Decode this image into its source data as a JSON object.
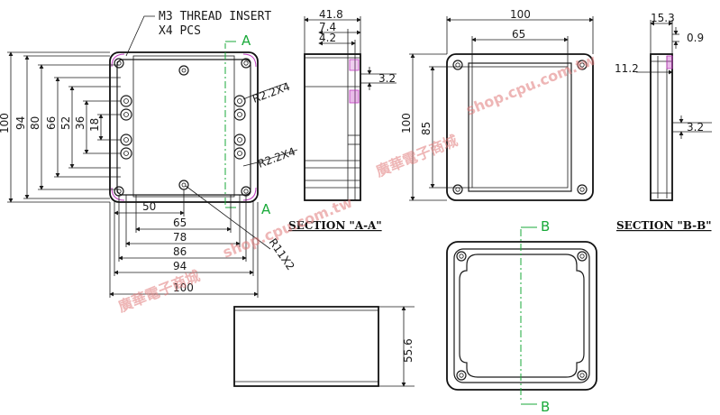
{
  "note": {
    "line1": "M3 THREAD INSERT",
    "line2": "X4 PCS"
  },
  "top_view": {
    "vertical_dims": [
      "100",
      "94",
      "80",
      "66",
      "52",
      "36",
      "18"
    ],
    "horizontal_dims": [
      "50",
      "65",
      "78",
      "86",
      "94",
      "100"
    ],
    "radius_labels": [
      "R2.2X4",
      "R2.2X4",
      "R11X2"
    ]
  },
  "section_aa": {
    "label": "SECTION \"A-A\"",
    "dims": [
      "41.8",
      "7.4",
      "4.2",
      "3.2"
    ]
  },
  "lid_view": {
    "dims": [
      "100",
      "65",
      "100",
      "85"
    ]
  },
  "section_bb": {
    "label": "SECTION \"B-B\"",
    "dims": [
      "15.3",
      "0.9",
      "11.2",
      "3.2"
    ]
  },
  "side_view": {
    "height_dim": "55.6"
  },
  "section_markers": {
    "a": "A",
    "b": "B"
  },
  "watermark": {
    "text1": "shop.cpu.com.tw",
    "text2": "廣華電子商城",
    "text3": "shop.cpu.com.tw",
    "text4": "廣華電子商城"
  },
  "colors": {
    "accent_green": "#1aaa3a",
    "highlight_magenta": "#c03cc0",
    "watermark_red": "#e07a7a"
  }
}
